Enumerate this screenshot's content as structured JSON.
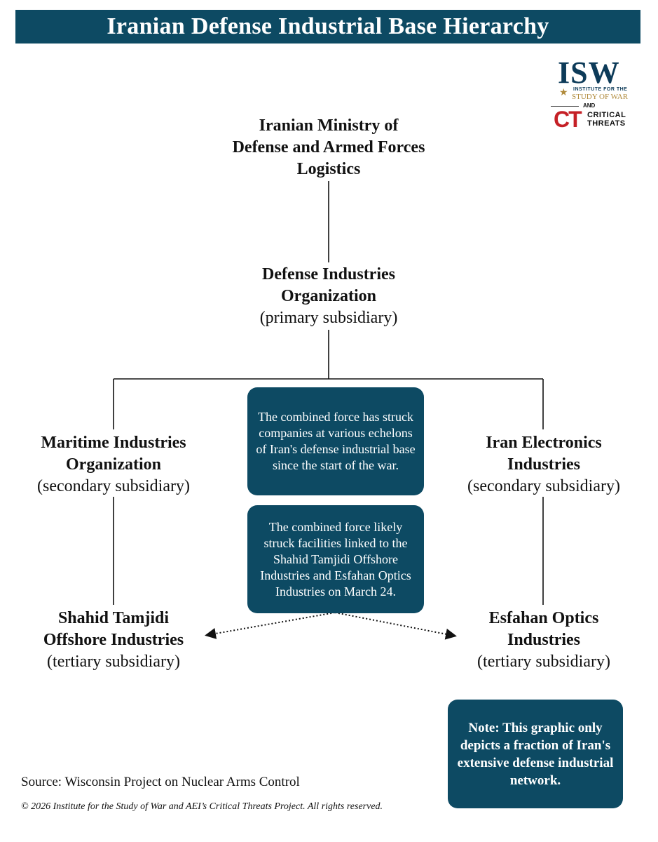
{
  "title": "Iranian Defense Industrial Base Hierarchy",
  "logos": {
    "isw_letters": "ISW",
    "isw_institute": "INSTITUTE FOR THE",
    "isw_study": "STUDY OF WAR",
    "and": "AND",
    "ct_letters": "CT",
    "ct_line1": "CRITICAL",
    "ct_line2": "THREATS"
  },
  "nodes": {
    "ministry": {
      "name": "Iranian Ministry of Defense and Armed Forces Logistics",
      "role": ""
    },
    "dio": {
      "name": "Defense Industries Organization",
      "role": "(primary subsidiary)"
    },
    "maritime": {
      "name": "Maritime Industries Organization",
      "role": "(secondary subsidiary)"
    },
    "electronics": {
      "name": "Iran Electronics Industries",
      "role": "(secondary subsidiary)"
    },
    "tamjidi": {
      "name": "Shahid Tamjidi Offshore Industries",
      "role": "(tertiary subsidiary)"
    },
    "esfahan": {
      "name": "Esfahan Optics Industries",
      "role": "(tertiary subsidiary)"
    }
  },
  "callouts": {
    "struck_echelons": "The combined force has struck companies at various echelons of Iran's defense industrial base since the start of the war.",
    "march24": "The combined force likely struck facilities linked to the Shahid Tamjidi Offshore Industries and Esfahan Optics Industries on March 24.",
    "note": "Note: This graphic only depicts a fraction of Iran's extensive defense industrial network."
  },
  "source": "Source: Wisconsin Project on Nuclear Arms Control",
  "copyright": "© 2026 Institute for the Study of War and AEI’s Critical Threats Project. All rights reserved.",
  "colors": {
    "accent": "#0d4a63",
    "isw_gold": "#b08a3a",
    "ct_red": "#c52026"
  }
}
